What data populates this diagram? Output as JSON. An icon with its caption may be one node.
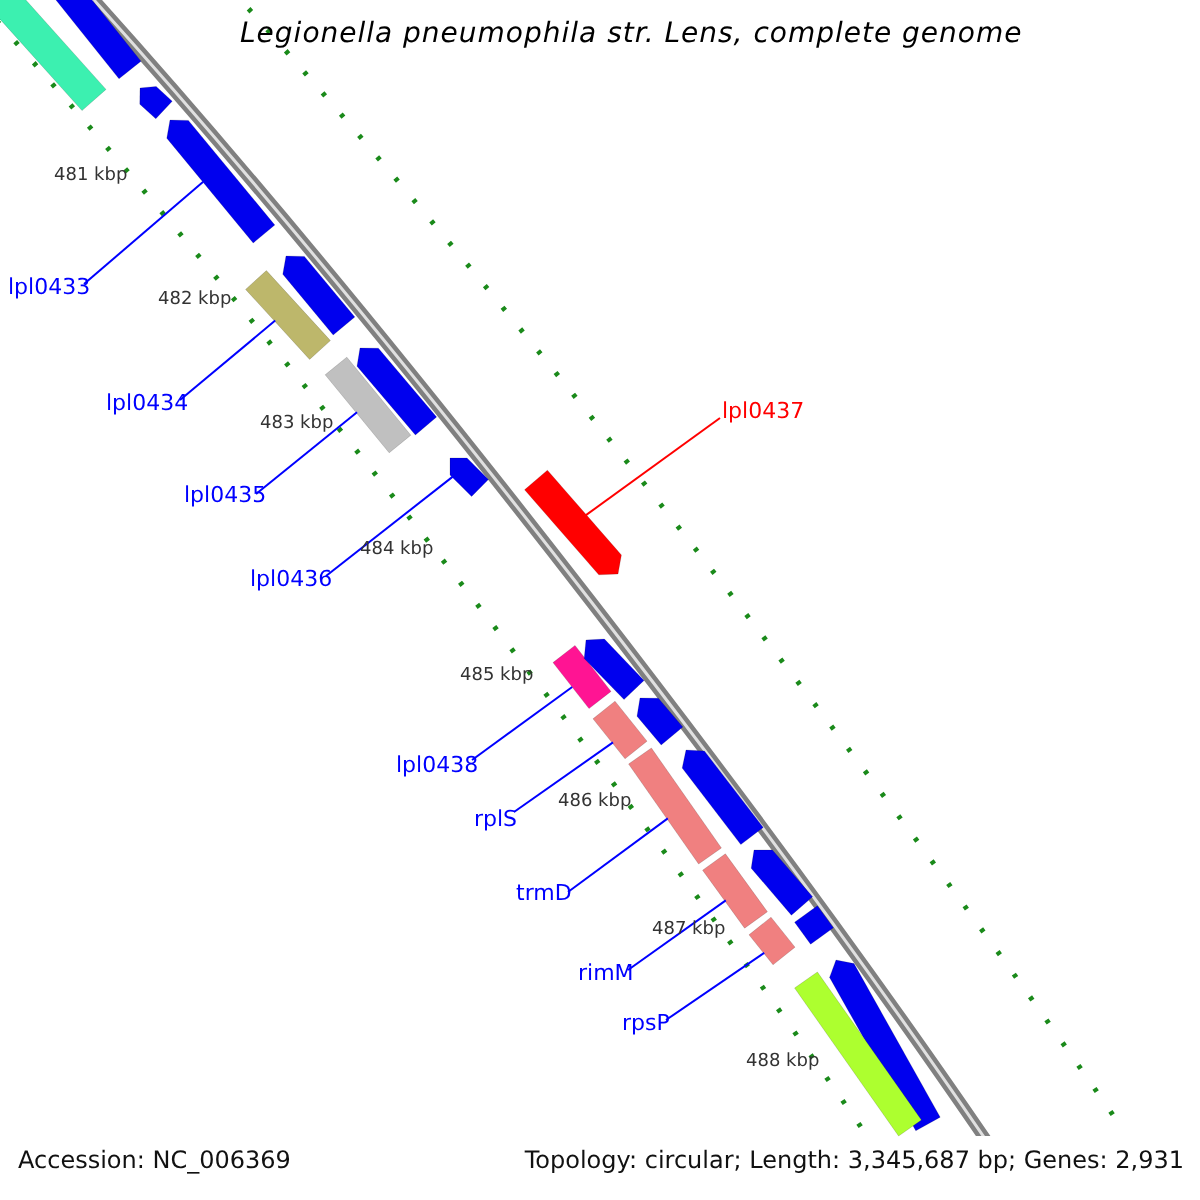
{
  "diagram": {
    "title": "Legionella pneumophila str. Lens, complete genome",
    "nodes": [
      {
        "text": [
          "lpl0433"
        ]
      },
      {
        "text": [],
        "shape": "bar"
      },
      {
        "text": [
          "lpl0434"
        ]
      },
      {
        "text": [],
        "shape": "bar"
      },
      {
        "text": [
          "lpl0435"
        ]
      },
      {
        "text": [],
        "shape": "bar"
      },
      {
        "text": [
          "lpl0436"
        ]
      },
      {
        "text": [],
        "shape": "bar"
      },
      {
        "text": [
          "lpl0437"
        ]
      },
      {
        "text": [],
        "shape": "bar"
      },
      {
        "text": [
          "lpl0438"
        ]
      },
      {
        "text": [],
        "shape": "bar"
      },
      {
        "text": [
          "rplS"
        ]
      },
      {
        "text": [],
        "shape": "bar"
      },
      {
        "text": [
          "trmD"
        ]
      },
      {
        "text": [],
        "shape": "bar"
      },
      {
        "text": [
          "rimM"
        ]
      },
      {
        "text": [],
        "shape": "bar"
      },
      {
        "text": [
          "rpsP"
        ]
      },
      {
        "text": [],
        "shape": "bar"
      },
      {
        "text": [],
        "shape": "bar"
      },
      {
        "text": [],
        "shape": "bar"
      },
      {
        "text": [],
        "shape": "bar"
      },
      {
        "text": [],
        "shape": "bar"
      },
      {
        "text": [],
        "shape": "bar"
      },
      {
        "text": [],
        "shape": "bar"
      },
      {
        "text": [],
        "shape": "bar"
      },
      {
        "text": [],
        "shape": "bar"
      },
      {
        "text": [],
        "shape": "bar"
      },
      {
        "text": [],
        "shape": "bar"
      },
      {
        "text": [],
        "shape": "bar"
      },
      {
        "text": [],
        "shape": "bar"
      }
    ],
    "edges": [
      {
        "from": 0,
        "to": 1,
        "arrow": "none"
      },
      {
        "from": 2,
        "to": 3,
        "arrow": "none"
      },
      {
        "from": 4,
        "to": 5,
        "arrow": "none"
      },
      {
        "from": 6,
        "to": 7,
        "arrow": "none"
      },
      {
        "from": 8,
        "to": 9,
        "arrow": "none",
        "color": "#ff0000"
      },
      {
        "from": 10,
        "to": 11,
        "arrow": "none"
      },
      {
        "from": 12,
        "to": 13,
        "arrow": "none"
      },
      {
        "from": 14,
        "to": 15,
        "arrow": "none"
      },
      {
        "from": 16,
        "to": 17,
        "arrow": "none"
      },
      {
        "from": 18,
        "to": 19,
        "arrow": "none"
      }
    ],
    "labels": [
      "481 kbp",
      "482 kbp",
      "483 kbp",
      "484 kbp",
      "485 kbp",
      "486 kbp",
      "487 kbp",
      "488 kbp",
      "Accession: NC_006369",
      "Topology: circular; Length: 3,345,687 bp; Genes: 2,931"
    ]
  }
}
